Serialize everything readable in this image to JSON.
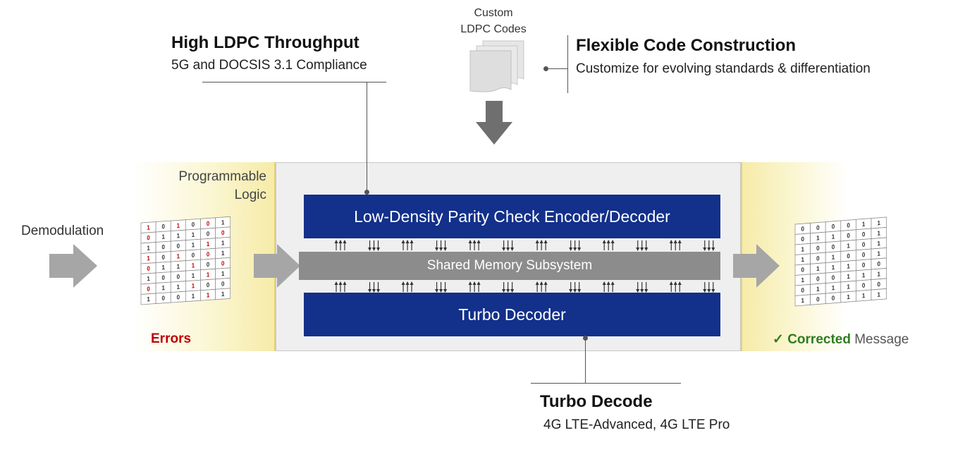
{
  "custom_codes": {
    "line1": "Custom",
    "line2": "LDPC Codes"
  },
  "high_ldpc": {
    "title": "High LDPC Throughput",
    "subtitle": "5G and DOCSIS 3.1 Compliance"
  },
  "flexible": {
    "title": "Flexible Code Construction",
    "subtitle": "Customize for evolving standards & differentiation"
  },
  "programmable_logic": {
    "line1": "Programmable",
    "line2": "Logic"
  },
  "demodulation": "Demodulation",
  "errors_label": "Errors",
  "ldpc_block": "Low-Density Parity Check Encoder/Decoder",
  "memory_block": "Shared Memory Subsystem",
  "turbo_block": "Turbo Decoder",
  "corrected": {
    "check": "✓",
    "highlight": "Corrected",
    "rest": "Message"
  },
  "turbo_decode": {
    "title": "Turbo Decode",
    "subtitle": "4G LTE-Advanced, 4G LTE Pro"
  },
  "input_grid": [
    [
      "1",
      "0",
      "1",
      "0",
      "0",
      "1"
    ],
    [
      "0",
      "1",
      "1",
      "1",
      "0",
      "0"
    ],
    [
      "1",
      "0",
      "0",
      "1",
      "1",
      "1"
    ],
    [
      "1",
      "0",
      "1",
      "0",
      "0",
      "1"
    ],
    [
      "0",
      "1",
      "1",
      "1",
      "0",
      "0"
    ],
    [
      "1",
      "0",
      "0",
      "1",
      "1",
      "1"
    ],
    [
      "0",
      "1",
      "1",
      "1",
      "0",
      "0"
    ],
    [
      "1",
      "0",
      "0",
      "1",
      "1",
      "1"
    ]
  ],
  "input_errors": [
    [
      true,
      false,
      true,
      false,
      true,
      false
    ],
    [
      true,
      false,
      false,
      false,
      false,
      true
    ],
    [
      false,
      false,
      false,
      false,
      true,
      false
    ],
    [
      true,
      false,
      true,
      false,
      true,
      false
    ],
    [
      true,
      false,
      false,
      true,
      false,
      true
    ],
    [
      false,
      false,
      false,
      false,
      true,
      false
    ],
    [
      true,
      false,
      false,
      true,
      false,
      false
    ],
    [
      false,
      false,
      false,
      false,
      true,
      false
    ]
  ],
  "output_grid": [
    [
      "0",
      "0",
      "0",
      "0",
      "1",
      "1"
    ],
    [
      "0",
      "1",
      "1",
      "0",
      "0",
      "1"
    ],
    [
      "1",
      "0",
      "0",
      "1",
      "0",
      "1"
    ],
    [
      "1",
      "0",
      "1",
      "0",
      "0",
      "1"
    ],
    [
      "0",
      "1",
      "1",
      "1",
      "0",
      "0"
    ],
    [
      "1",
      "0",
      "0",
      "1",
      "1",
      "1"
    ],
    [
      "0",
      "1",
      "1",
      "1",
      "0",
      "0"
    ],
    [
      "1",
      "0",
      "0",
      "1",
      "1",
      "1"
    ]
  ],
  "colors": {
    "block_blue": "#13308a",
    "memory_gray": "#8c8c8c",
    "error_red": "#c00000",
    "corrected_green": "#2e7d1e",
    "arrow_gray": "#a6a6a6",
    "down_arrow": "#6f6f6f"
  }
}
